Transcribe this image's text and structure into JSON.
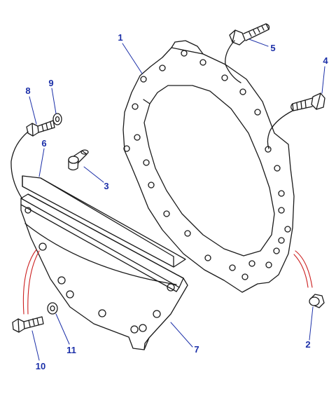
{
  "diagram": {
    "callouts": [
      {
        "id": "1",
        "label": "1"
      },
      {
        "id": "2",
        "label": "2"
      },
      {
        "id": "3",
        "label": "3"
      },
      {
        "id": "4",
        "label": "4"
      },
      {
        "id": "5",
        "label": "5"
      },
      {
        "id": "6",
        "label": "6"
      },
      {
        "id": "7",
        "label": "7"
      },
      {
        "id": "8",
        "label": "8"
      },
      {
        "id": "9",
        "label": "9"
      },
      {
        "id": "10",
        "label": "10"
      },
      {
        "id": "11",
        "label": "11"
      }
    ],
    "colors": {
      "line": "#1a1a1a",
      "callout_text": "#1b2fa8",
      "callout_leader": "#1b2fa8",
      "highlight_leader": "#cc1f1f",
      "background": "#ffffff"
    }
  }
}
